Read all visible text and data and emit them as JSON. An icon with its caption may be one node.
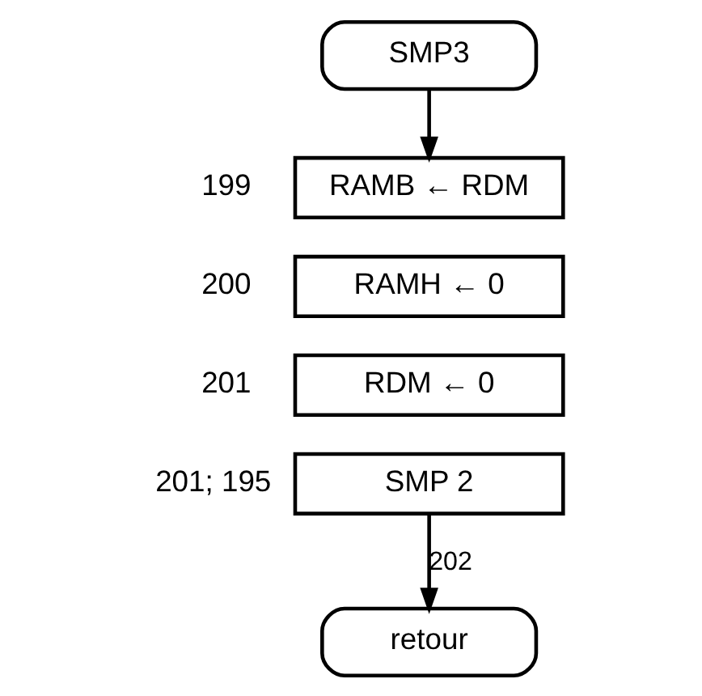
{
  "diagram": {
    "nodes": [
      {
        "text": [
          "SMP3"
        ]
      },
      {
        "text": [
          "RAMB ← RDM"
        ],
        "beside": [
          "199"
        ]
      },
      {
        "text": [
          "RAMH ← 0"
        ],
        "beside": [
          "200"
        ]
      },
      {
        "text": [
          "RDM ← 0"
        ],
        "beside": [
          "201"
        ]
      },
      {
        "text": [
          "SMP 2"
        ],
        "beside": [
          "201; 195"
        ]
      },
      {
        "text": [
          "retour"
        ]
      }
    ],
    "edges": [
      {
        "from": 0,
        "to": 1,
        "arrow": "to"
      },
      {
        "from": 4,
        "to": 5,
        "arrow": "to",
        "label": "202"
      }
    ]
  }
}
